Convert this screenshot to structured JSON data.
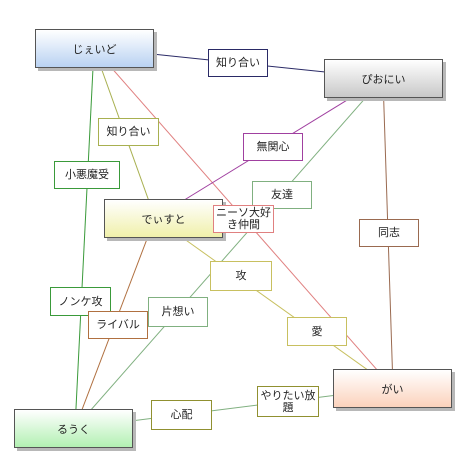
{
  "nodes": {
    "jeido": {
      "label": "じぇいど",
      "fill_top": "#ffffff",
      "fill_bottom": "#b9d2f2"
    },
    "piorii": {
      "label": "ぴおにい",
      "fill_top": "#ffffff",
      "fill_bottom": "#c8c8c8"
    },
    "deisuto": {
      "label": "でぃすと",
      "fill_top": "#ffffff",
      "fill_bottom": "#f0f0aa"
    },
    "gai": {
      "label": "がい",
      "fill_top": "#ffffff",
      "fill_bottom": "#fbd2bc"
    },
    "ruuku": {
      "label": "るうく",
      "fill_top": "#ffffff",
      "fill_bottom": "#b2f0b2"
    }
  },
  "relations": {
    "jeido_piorii": {
      "label": "知り合い",
      "color": "#2a2a66"
    },
    "jeido_deisuto": {
      "label": "知り合い",
      "color": "#a8b050"
    },
    "jeido_ruuku": {
      "label": "小悪魔受",
      "color": "#3a9a3a"
    },
    "jeido_gai": {
      "label": "ニーソ大好き仲間",
      "color": "#e08080"
    },
    "piorii_deisuto": {
      "label": "無関心",
      "color": "#a040a0"
    },
    "piorii_gai": {
      "label": "同志",
      "color": "#9a6a50"
    },
    "piorii_ruuku": {
      "label": "友達",
      "color": "#80b080"
    },
    "deisuto_gai": {
      "label": "攻",
      "color": "#c8c060"
    },
    "deisuto_ruuku": {
      "label": "ライバル",
      "color": "#b07040"
    },
    "ruuku_deisuto": {
      "label": "ノンケ攻",
      "color": "#3a9a3a"
    },
    "ruuku_gai": {
      "label": "片想い",
      "color": "#80b080"
    },
    "gai_deisuto": {
      "label": "愛",
      "color": "#c8c060"
    },
    "ruuku_to_gai": {
      "label": "心配",
      "color": "#909030"
    },
    "gai_to_ruuku": {
      "label": "やりたい放題",
      "color": "#909030"
    }
  }
}
